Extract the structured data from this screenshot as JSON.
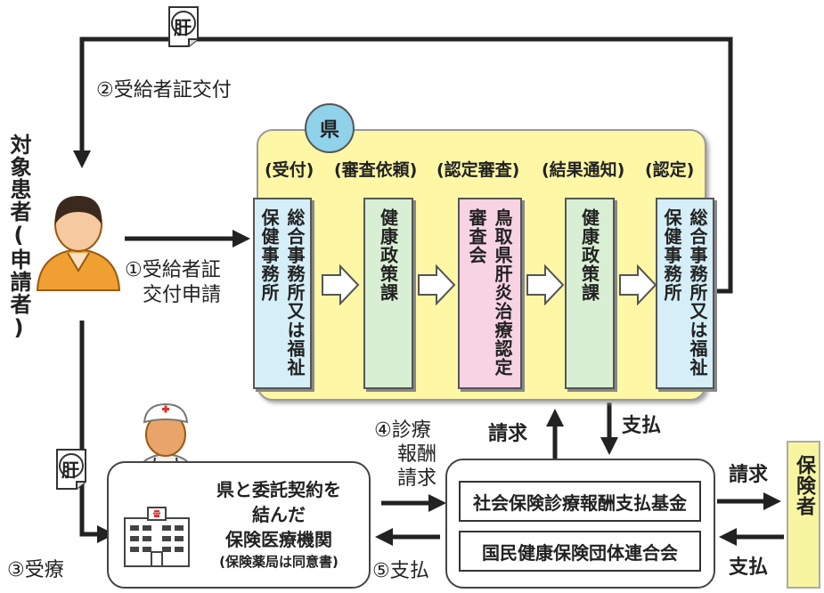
{
  "prefecture_badge": "県",
  "stages": [
    "(受付)",
    "(審査依頼)",
    "(認定審査)",
    "(結果通知)",
    "(認定)"
  ],
  "boxes": [
    {
      "text": "総合事務所又は福祉保健事務所",
      "color": "#d5eef7"
    },
    {
      "text": "健康政策課",
      "color": "#d9efd3"
    },
    {
      "text": "鳥取県肝炎治療認定審査会",
      "color": "#f8d3e3"
    },
    {
      "text": "健康政策課",
      "color": "#d9efd3"
    },
    {
      "text": "総合事務所又は福祉保健事務所",
      "color": "#d5eef7"
    }
  ],
  "patient_label": "対象患者(申請者)",
  "doc_icon_char": "肝",
  "steps": {
    "step1_line1": "①受給者証",
    "step1_line2": "交付申請",
    "step2": "②受給者証交付",
    "step3": "③受療",
    "step4_line1": "④診療",
    "step4_line2": "報酬",
    "step4_line3": "請求",
    "step5": "⑤支払"
  },
  "institution": {
    "line1": "県と委託契約を",
    "line2": "結んだ",
    "line3": "保険医療機関",
    "line4": "(保険薬局は同意書)"
  },
  "funds": {
    "fund1": "社会保険診療報酬支払基金",
    "fund2": "国民健康保険団体連合会"
  },
  "labels": {
    "request_up": "請求",
    "payment_down": "支払",
    "request_right": "請求",
    "payment_left": "支払"
  },
  "insurer": "保険者"
}
